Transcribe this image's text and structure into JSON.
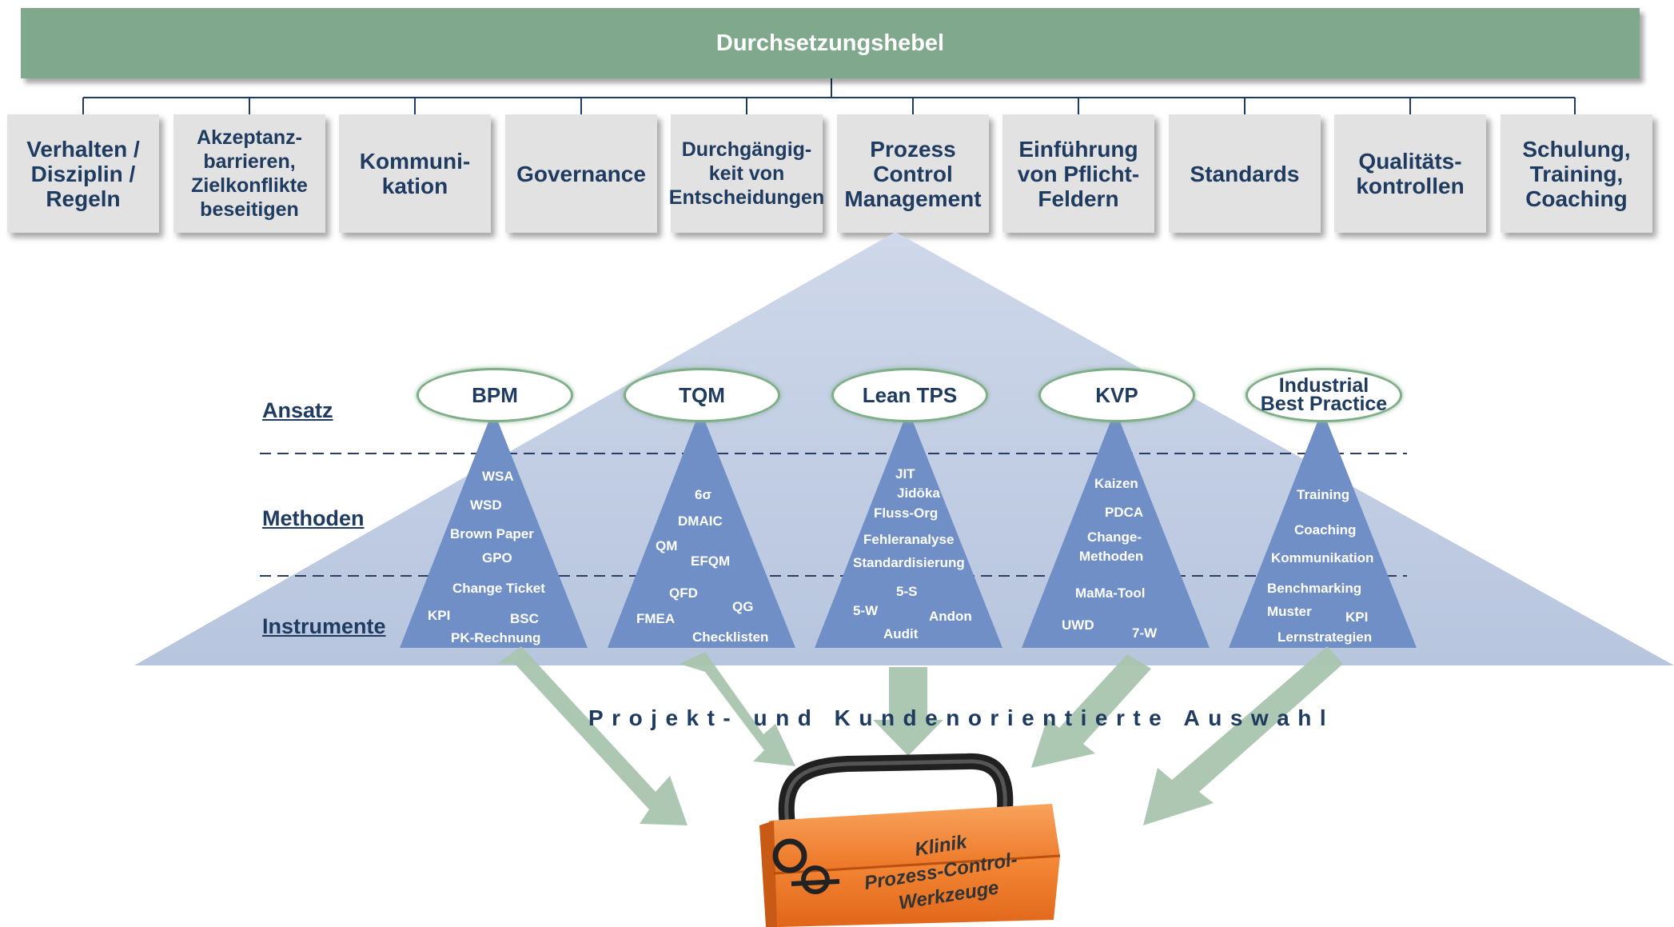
{
  "header": {
    "title": "Durchsetzungshebel"
  },
  "levers": [
    "Verhalten /\nDisziplin /\nRegeln",
    "Akzeptanz-\nbarrieren,\nZielkonflikte\nbeseitigen",
    "Kommuni-\nkation",
    "Governance",
    "Durchgängig-\nkeit von\nEntscheidungen",
    "Prozess\nControl\nManagement",
    "Einführung\nvon Pflicht-\nFeldern",
    "Standards",
    "Qualitäts-\nkontrollen",
    "Schulung,\nTraining,\nCoaching"
  ],
  "row_labels": {
    "approach": "Ansatz",
    "methods": "Methoden",
    "instruments": "Instrumente"
  },
  "approaches": [
    {
      "name": "BPM",
      "items": [
        "WSA",
        "WSD",
        "Brown Paper",
        "GPO",
        "Change Ticket",
        "KPI",
        "BSC",
        "PK-Rechnung"
      ]
    },
    {
      "name": "TQM",
      "items": [
        "6σ",
        "DMAIC",
        "QM",
        "EFQM",
        "QFD",
        "QG",
        "FMEA",
        "Checklisten"
      ]
    },
    {
      "name": "Lean TPS",
      "items": [
        "JIT",
        "Jidōka",
        "Fluss-Org",
        "Fehleranalyse",
        "Standardisierung",
        "5-S",
        "5-W",
        "Andon",
        "Audit"
      ]
    },
    {
      "name": "KVP",
      "items": [
        "Kaizen",
        "PDCA",
        "Change-",
        "Methoden",
        "MaMa-Tool",
        "UWD",
        "7-W"
      ]
    },
    {
      "name": "Industrial\nBest Practice",
      "items": [
        "Training",
        "Coaching",
        "Kommunikation",
        "Benchmarking",
        "Muster",
        "KPI",
        "Lernstrategien"
      ]
    }
  ],
  "selection_label": "Projekt- und Kundenorientierte Auswahl",
  "toolbox": {
    "label_line1": "Klinik",
    "label_line2": "Prozess-Control-",
    "label_line3": "Werkzeuge"
  },
  "colors": {
    "header": "#80a88c",
    "lever_box": "#e2e2e2",
    "text_dark": "#1f3b60",
    "big_triangle": "#c3cfe4",
    "small_triangle": "#6f8fc6",
    "arrow": "#a9c5ae",
    "toolbox": "#f07c28"
  }
}
